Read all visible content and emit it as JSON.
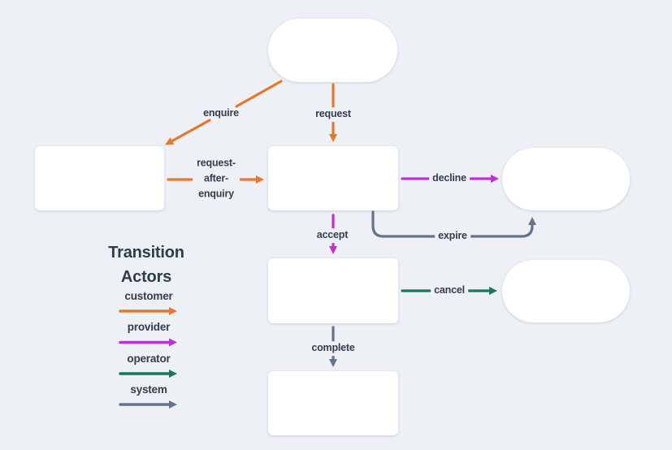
{
  "legend": {
    "title_lines": [
      "Transition",
      "Actors"
    ],
    "items": [
      {
        "label": "customer",
        "color": "#E8772E"
      },
      {
        "label": "provider",
        "color": "#C32FD0"
      },
      {
        "label": "operator",
        "color": "#17795A"
      },
      {
        "label": "system",
        "color": "#64748B"
      }
    ]
  },
  "transitions": [
    {
      "label": "enquire",
      "actor": "customer"
    },
    {
      "label": "request",
      "actor": "customer"
    },
    {
      "label": "request-after-enquiry",
      "label_lines": [
        "request-",
        "after-",
        "enquiry"
      ],
      "actor": "customer"
    },
    {
      "label": "decline",
      "actor": "provider"
    },
    {
      "label": "accept",
      "actor": "provider"
    },
    {
      "label": "expire",
      "actor": "system"
    },
    {
      "label": "cancel",
      "actor": "operator"
    },
    {
      "label": "complete",
      "actor": "system"
    }
  ],
  "colors": {
    "background": "#EDF0F4",
    "node_fill": "#FFFFFF",
    "label_text": "#333E4D",
    "customer": "#E8772E",
    "provider": "#C32FD0",
    "operator": "#17795A",
    "system": "#64748B"
  }
}
